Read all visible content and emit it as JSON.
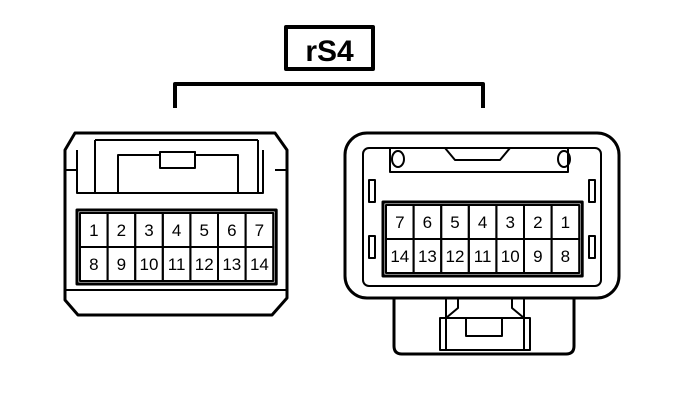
{
  "diagram": {
    "connector_code": "rS4",
    "left_connector": {
      "row1": [
        "1",
        "2",
        "3",
        "4",
        "5",
        "6",
        "7"
      ],
      "row2": [
        "8",
        "9",
        "10",
        "11",
        "12",
        "13",
        "14"
      ]
    },
    "right_connector": {
      "row1": [
        "7",
        "6",
        "5",
        "4",
        "3",
        "2",
        "1"
      ],
      "row2": [
        "14",
        "13",
        "12",
        "11",
        "10",
        "9",
        "8"
      ]
    },
    "colors": {
      "stroke": "#000000",
      "background": "#ffffff"
    }
  }
}
